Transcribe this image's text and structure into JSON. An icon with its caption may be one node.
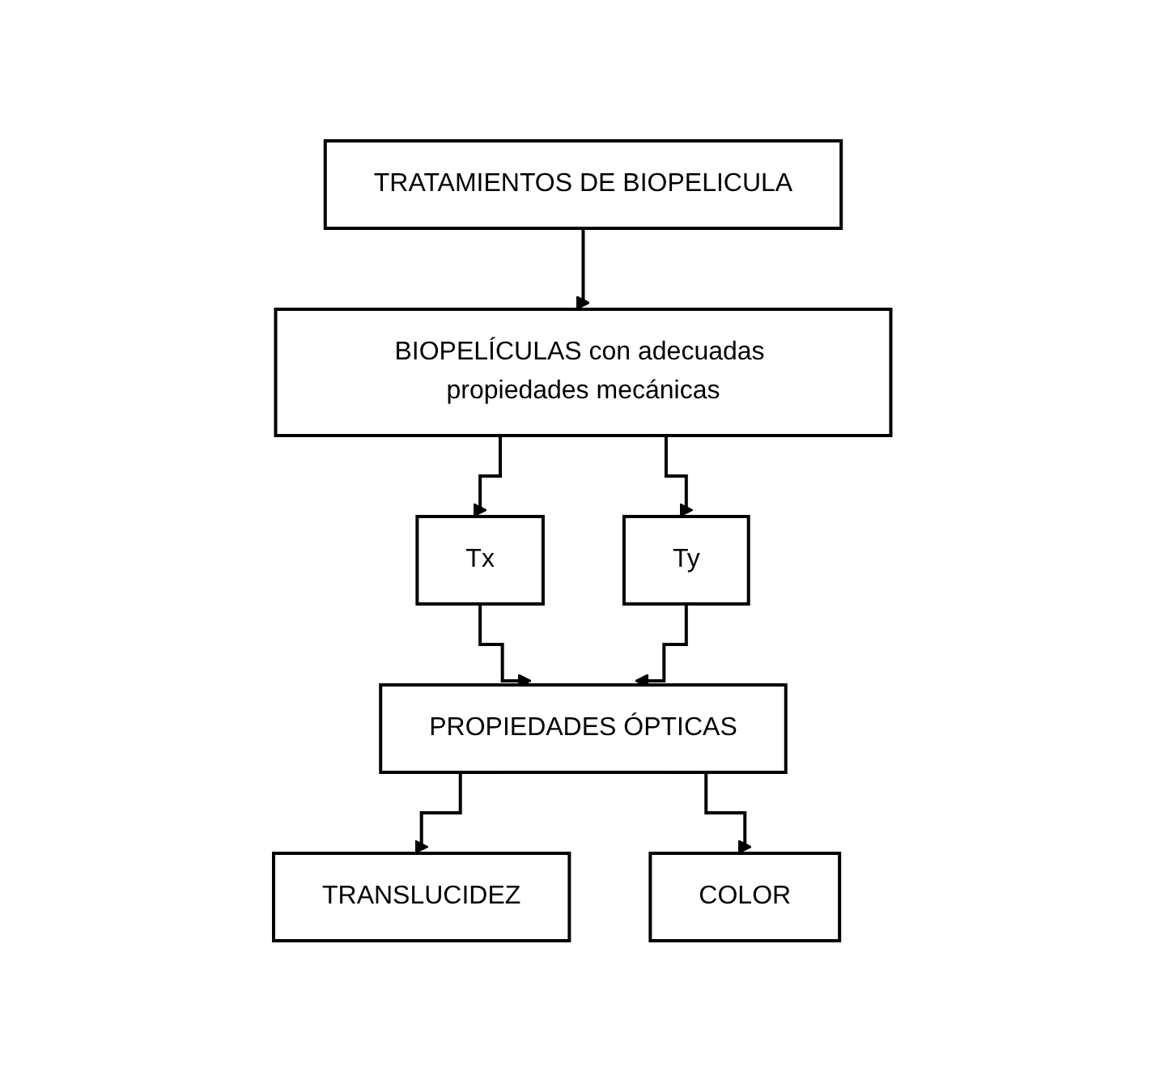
{
  "diagram": {
    "nodes": [
      {
        "text": [
          "TRATAMIENTOS DE BIOPELICULA"
        ]
      },
      {
        "text": [
          "BIOPELÍCULAS con adecuadas propiedades mecánicas"
        ]
      },
      {
        "text": [
          "Tx"
        ]
      },
      {
        "text": [
          "Ty"
        ]
      },
      {
        "text": [
          "PROPIEDADES ÓPTICAS"
        ]
      },
      {
        "text": [
          "TRANSLUCIDEZ"
        ]
      },
      {
        "text": [
          "COLOR"
        ]
      }
    ],
    "edges": [
      {
        "from": 0,
        "to": 1,
        "arrow": "to"
      },
      {
        "from": 1,
        "to": 2,
        "arrow": "to"
      },
      {
        "from": 1,
        "to": 3,
        "arrow": "to"
      },
      {
        "from": 2,
        "to": 4,
        "arrow": "to"
      },
      {
        "from": 3,
        "to": 4,
        "arrow": "to"
      },
      {
        "from": 4,
        "to": 5,
        "arrow": "to"
      },
      {
        "from": 4,
        "to": 6,
        "arrow": "to"
      }
    ]
  }
}
